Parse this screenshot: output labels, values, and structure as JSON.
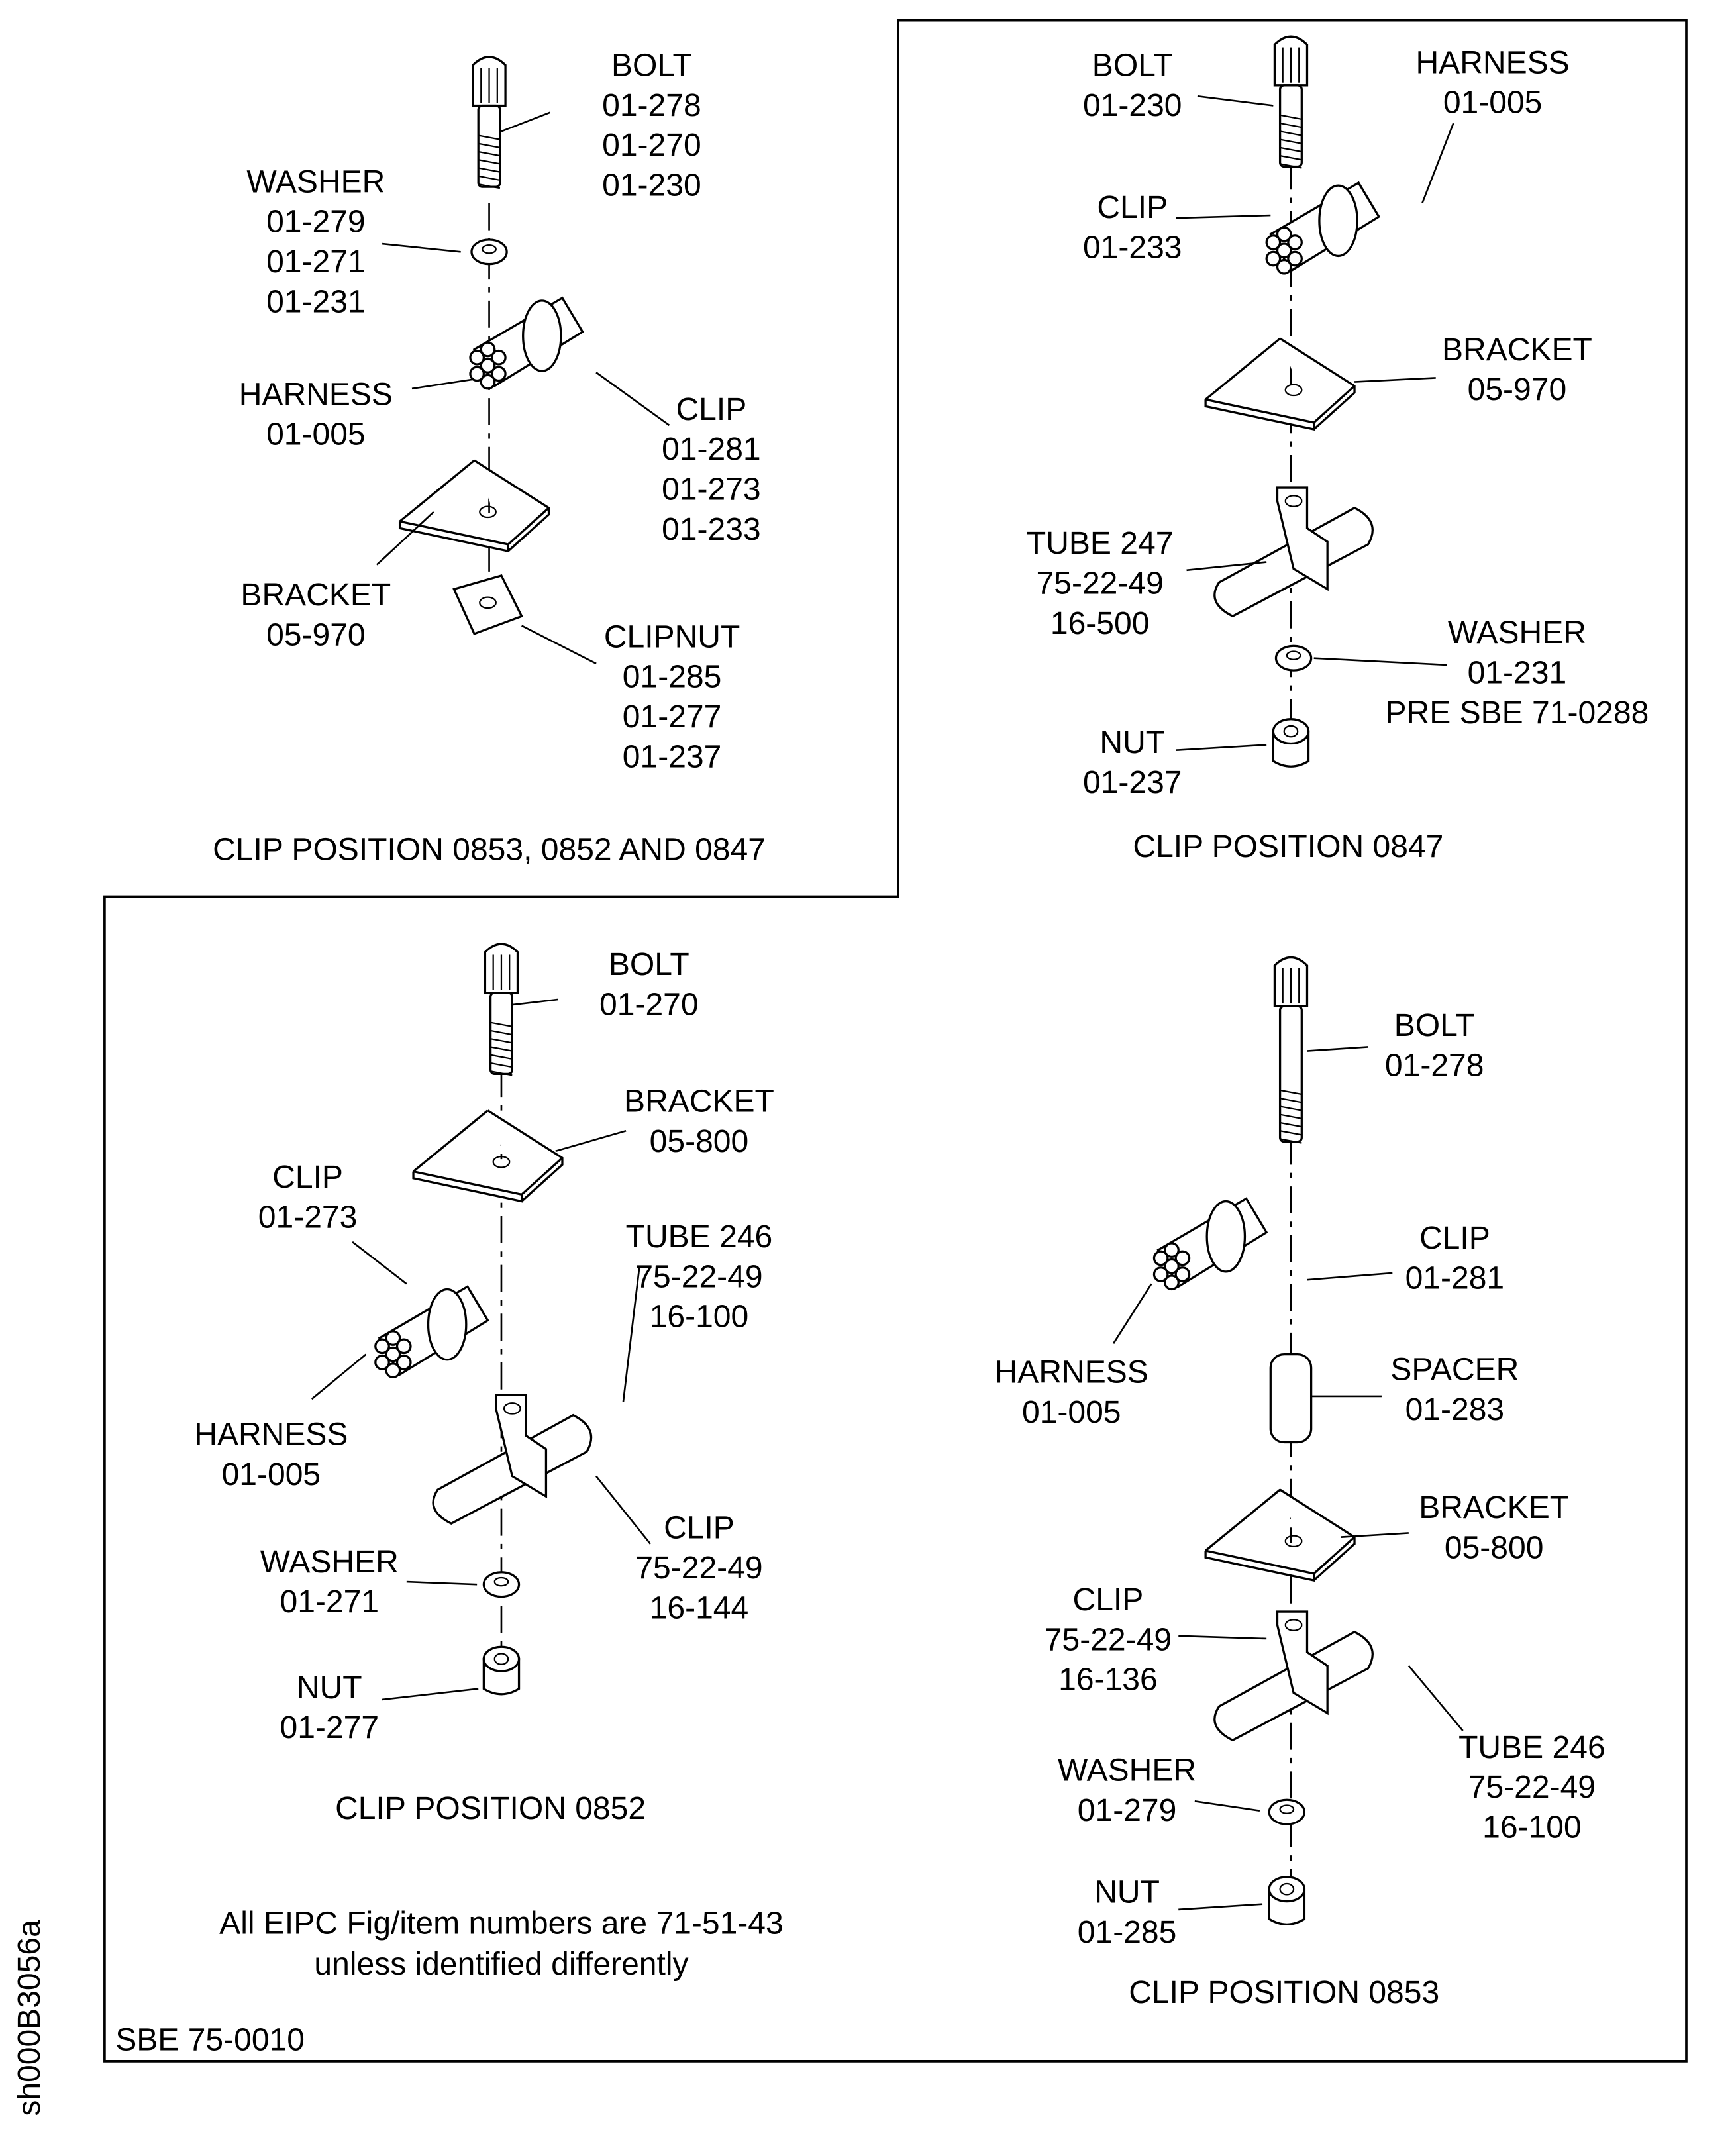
{
  "drawing_id": "sh000B3056a",
  "reference": "SBE 75-0010",
  "note": [
    "All EIPC Fig/item numbers are 71-51-43",
    "unless identified differently"
  ],
  "panels": [
    {
      "caption": "CLIP POSITION 0853, 0852 AND 0847",
      "callouts": [
        {
          "lines": [
            "BOLT",
            "01-278",
            "01-270",
            "01-230"
          ]
        },
        {
          "lines": [
            "WASHER",
            "01-279",
            "01-271",
            "01-231"
          ]
        },
        {
          "lines": [
            "HARNESS",
            "01-005"
          ]
        },
        {
          "lines": [
            "CLIP",
            "01-281",
            "01-273",
            "01-233"
          ]
        },
        {
          "lines": [
            "BRACKET",
            "05-970"
          ]
        },
        {
          "lines": [
            "CLIPNUT",
            "01-285",
            "01-277",
            "01-237"
          ]
        }
      ]
    },
    {
      "caption": "CLIP POSITION 0847",
      "callouts": [
        {
          "lines": [
            "BOLT",
            "01-230"
          ]
        },
        {
          "lines": [
            "HARNESS",
            "01-005"
          ]
        },
        {
          "lines": [
            "CLIP",
            "01-233"
          ]
        },
        {
          "lines": [
            "BRACKET",
            "05-970"
          ]
        },
        {
          "lines": [
            "TUBE 247",
            "75-22-49",
            "16-500"
          ]
        },
        {
          "lines": [
            "WASHER",
            "01-231",
            "PRE SBE 71-0288"
          ]
        },
        {
          "lines": [
            "NUT",
            "01-237"
          ]
        }
      ]
    },
    {
      "caption": "CLIP POSITION 0852",
      "callouts": [
        {
          "lines": [
            "BOLT",
            "01-270"
          ]
        },
        {
          "lines": [
            "BRACKET",
            "05-800"
          ]
        },
        {
          "lines": [
            "CLIP",
            "01-273"
          ]
        },
        {
          "lines": [
            "TUBE 246",
            "75-22-49",
            "16-100"
          ]
        },
        {
          "lines": [
            "HARNESS",
            "01-005"
          ]
        },
        {
          "lines": [
            "CLIP",
            "75-22-49",
            "16-144"
          ]
        },
        {
          "lines": [
            "WASHER",
            "01-271"
          ]
        },
        {
          "lines": [
            "NUT",
            "01-277"
          ]
        }
      ]
    },
    {
      "caption": "CLIP POSITION 0853",
      "callouts": [
        {
          "lines": [
            "BOLT",
            "01-278"
          ]
        },
        {
          "lines": [
            "CLIP",
            "01-281"
          ]
        },
        {
          "lines": [
            "HARNESS",
            "01-005"
          ]
        },
        {
          "lines": [
            "SPACER",
            "01-283"
          ]
        },
        {
          "lines": [
            "BRACKET",
            "05-800"
          ]
        },
        {
          "lines": [
            "CLIP",
            "75-22-49",
            "16-136"
          ]
        },
        {
          "lines": [
            "TUBE 246",
            "75-22-49",
            "16-100"
          ]
        },
        {
          "lines": [
            "WASHER",
            "01-279"
          ]
        },
        {
          "lines": [
            "NUT",
            "01-285"
          ]
        }
      ]
    }
  ]
}
